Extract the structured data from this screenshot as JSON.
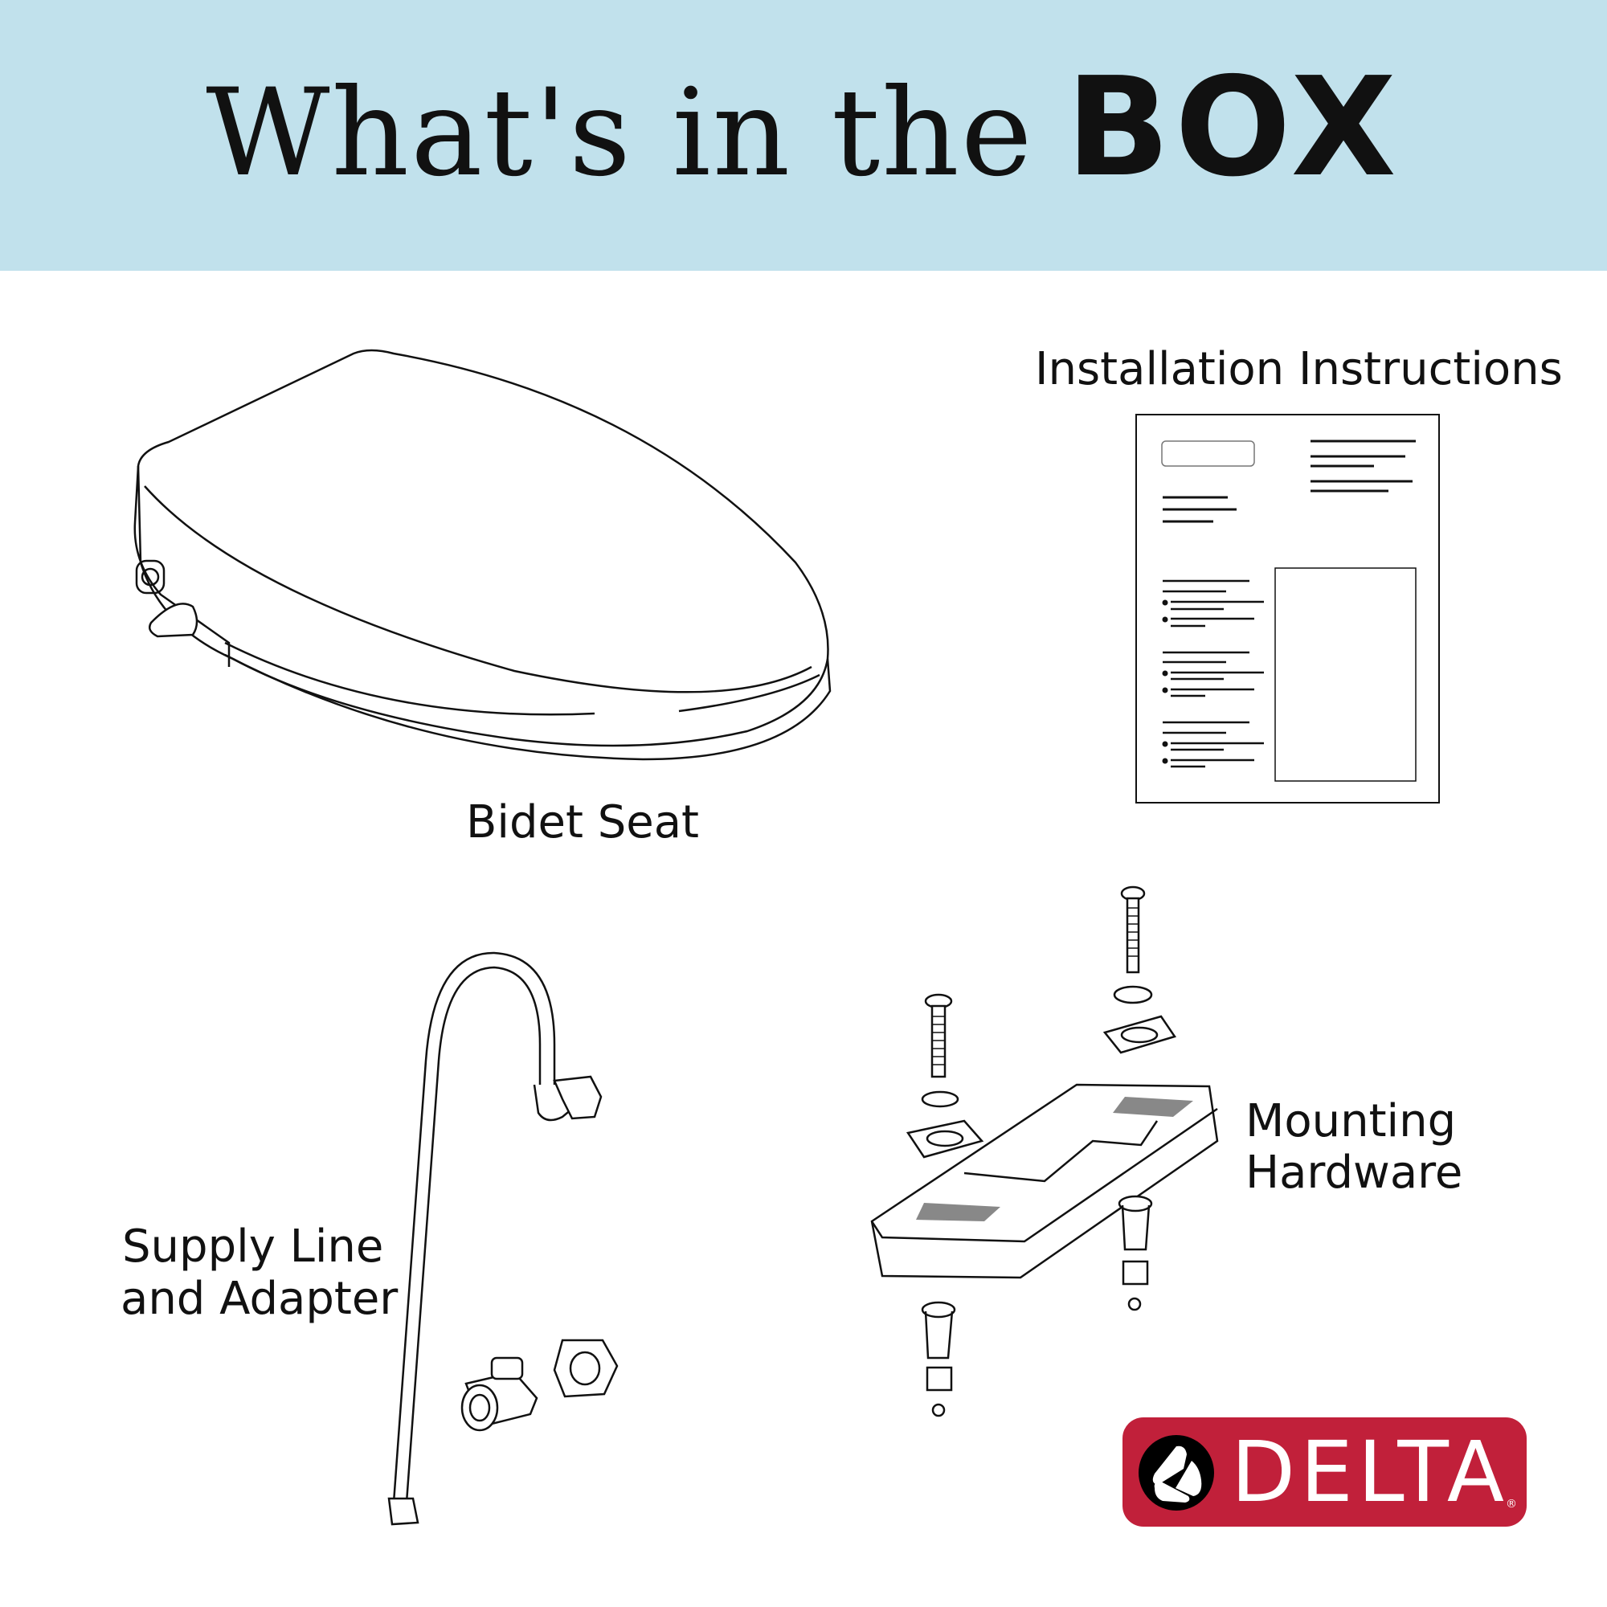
{
  "header": {
    "title_prefix": "What's in the",
    "title_emphasis": "BOX",
    "background_color": "#c1e1ec"
  },
  "items": [
    {
      "label": "Bidet Seat",
      "icon": "bidet-seat-drawing"
    },
    {
      "label": "Installation Instructions",
      "icon": "instructions-document-drawing"
    },
    {
      "label_line1": "Supply Line",
      "label_line2": "and Adapter",
      "icon": "supply-line-drawing"
    },
    {
      "label_line1": "Mounting",
      "label_line2": "Hardware",
      "icon": "mounting-hardware-drawing"
    }
  ],
  "logo": {
    "text": "DELTA",
    "registered": "®",
    "color": "#c1203a"
  }
}
